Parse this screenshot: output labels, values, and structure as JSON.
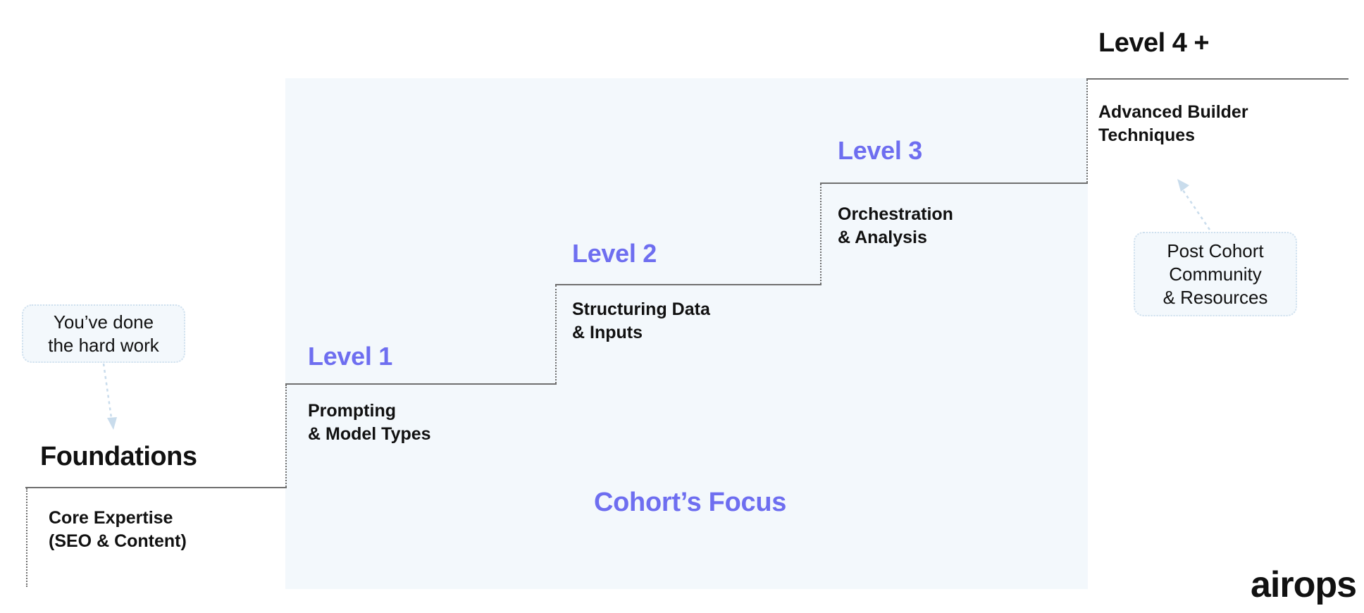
{
  "stages": [
    {
      "id": "foundations",
      "title": "Foundations",
      "desc": [
        "Core Expertise",
        "(SEO & Content)"
      ]
    },
    {
      "id": "level1",
      "title": "Level 1",
      "desc": [
        "Prompting",
        "& Model Types"
      ]
    },
    {
      "id": "level2",
      "title": "Level 2",
      "desc": [
        "Structuring Data",
        "& Inputs"
      ]
    },
    {
      "id": "level3",
      "title": "Level 3",
      "desc": [
        "Orchestration",
        "& Analysis"
      ]
    },
    {
      "id": "level4",
      "title": "Level 4 +",
      "desc": [
        "Advanced Builder",
        "Techniques"
      ]
    }
  ],
  "focus_label": "Cohort’s Focus",
  "callouts": {
    "hard_work": [
      "You’ve done",
      "the hard work"
    ],
    "post_cohort": [
      "Post Cohort",
      "Community",
      "& Resources"
    ]
  },
  "logo": "airops",
  "colors": {
    "accent": "#6e6ef0",
    "focus_background": "#f3f8fc",
    "step_line": "#6f6f6f",
    "callout_border": "#cfe0ee"
  }
}
